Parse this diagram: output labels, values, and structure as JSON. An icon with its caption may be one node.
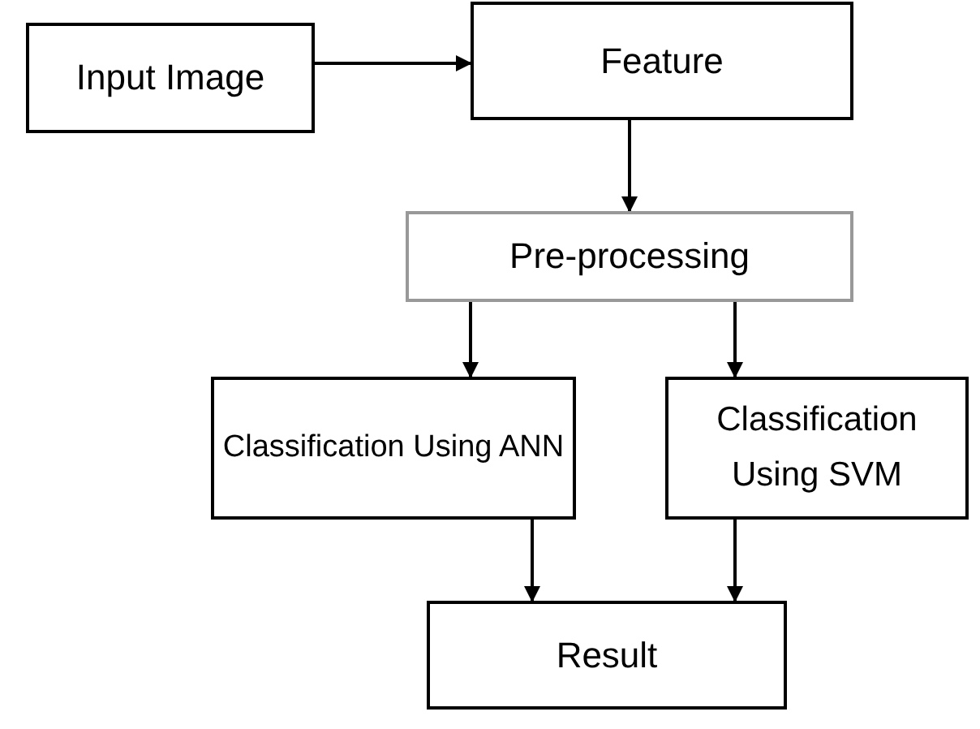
{
  "diagram": {
    "nodes": [
      {
        "text": [
          "Input Image"
        ]
      },
      {
        "text": [
          "Feature"
        ]
      },
      {
        "text": [
          "Pre-processing"
        ]
      },
      {
        "text": [
          "Classification Using ANN"
        ]
      },
      {
        "text": [
          "Classification Using SVM"
        ]
      },
      {
        "text": [
          "Result"
        ]
      }
    ],
    "edges": [
      {
        "from": 0,
        "to": 1,
        "arrow": "to"
      },
      {
        "from": 1,
        "to": 2,
        "arrow": "to"
      },
      {
        "from": 2,
        "to": 3,
        "arrow": "to"
      },
      {
        "from": 2,
        "to": 4,
        "arrow": "to"
      },
      {
        "from": 3,
        "to": 5,
        "arrow": "to"
      },
      {
        "from": 4,
        "to": 5,
        "arrow": "to"
      }
    ]
  }
}
